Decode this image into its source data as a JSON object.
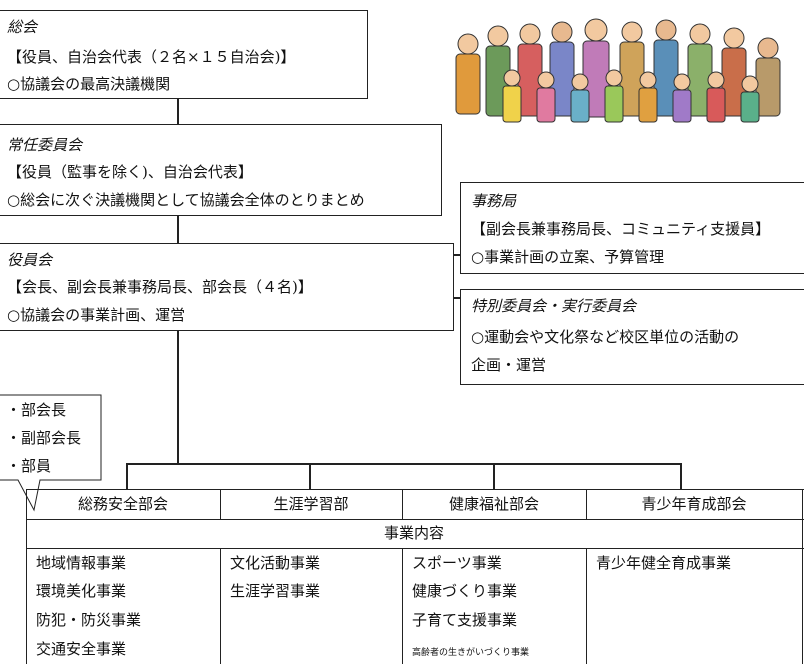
{
  "general_assembly": {
    "title": "総会",
    "members": "【役員、自治会代表（２名×１５自治会)】",
    "role": "○協議会の最高決議機関"
  },
  "standing_committee": {
    "title": "常任委員会",
    "members": "【役員（監事を除く)、自治会代表】",
    "role": "○総会に次ぐ決議機関として協議会全体のとりまとめ"
  },
  "officers_meeting": {
    "title": "役員会",
    "members": "【会長、副会長兼事務局長、部会長（４名)】",
    "role": "○協議会の事業計画、運営"
  },
  "secretariat": {
    "title": "事務局",
    "members": "【副会長兼事務局長、コミュニティ支援員】",
    "role": "○事業計画の立案、予算管理"
  },
  "special_committee": {
    "title": "特別委員会・実行委員会",
    "role_line1": "○運動会や文化祭など校区単位の活動の",
    "role_line2": "企画・運営"
  },
  "callout": {
    "items": [
      "・部会長",
      "・副部会長",
      "・部員"
    ]
  },
  "divisions": {
    "headers": [
      "総務安全部会",
      "生涯学習部",
      "健康福祉部会",
      "青少年育成部会"
    ],
    "business_header": "事業内容",
    "columns": [
      [
        "地域情報事業",
        "環境美化事業",
        "防犯・防災事業",
        "交通安全事業"
      ],
      [
        "文化活動事業",
        "生涯学習事業"
      ],
      [
        "スポーツ事業",
        "健康づくり事業",
        "子育て支援事業",
        "高齢者の生きがいづくり事業"
      ],
      [
        "青少年健全育成事業"
      ]
    ]
  }
}
